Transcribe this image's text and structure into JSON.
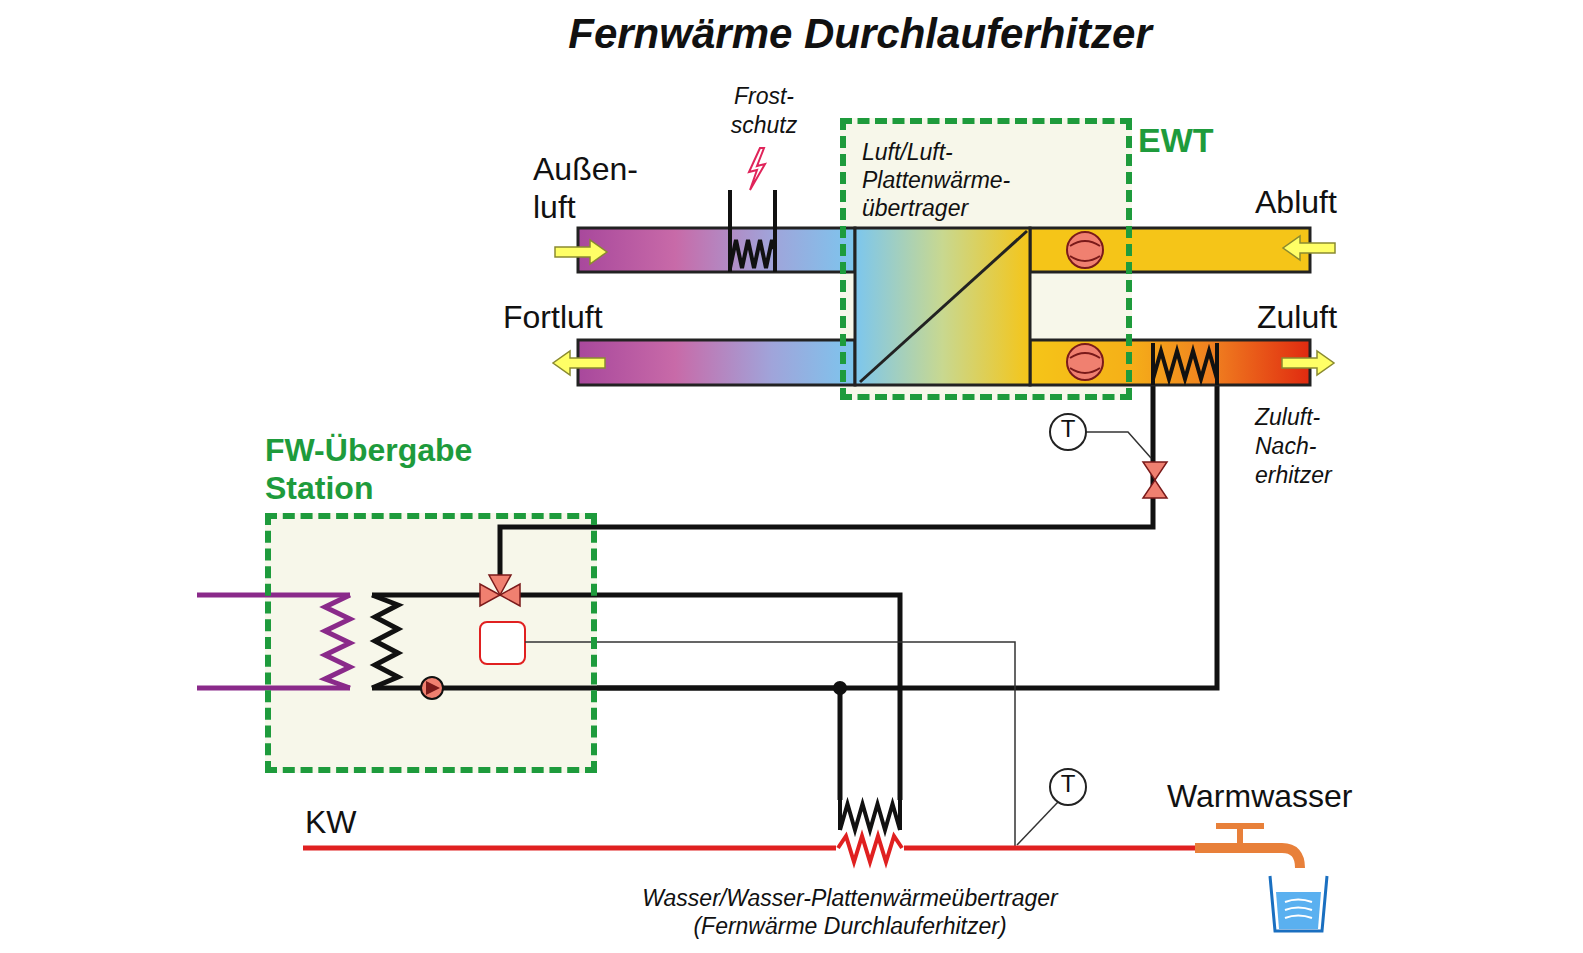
{
  "diagram": {
    "title": "Fernwärme Durchlauferhitzer",
    "nodes": [
      {
        "text": [
          "EWT",
          "Luft/Luft- Plattenwärme- übertrager"
        ]
      },
      {
        "text": [
          "Zuluft- Nach- erhitzer"
        ]
      },
      {
        "text": [
          "T"
        ]
      },
      {
        "text": [
          "FW-Übergabe Station"
        ]
      },
      {
        "text": [
          "T"
        ]
      },
      {
        "text": [
          "Wasser/Wasser-Plattenwärmeübertrager (Fernwärme Durchlauferhitzer)"
        ]
      }
    ],
    "edges": [
      {
        "from": 3,
        "to": 1,
        "arrow": "none"
      },
      {
        "from": 1,
        "to": 3,
        "arrow": "none"
      },
      {
        "from": 3,
        "to": 5,
        "arrow": "none"
      },
      {
        "from": 5,
        "to": 3,
        "arrow": "none"
      }
    ],
    "labels": [
      "Frost- schutz",
      "Außen- luft",
      "Abluft",
      "Fortluft",
      "Zuluft",
      "KW",
      "Warmwasser"
    ]
  }
}
